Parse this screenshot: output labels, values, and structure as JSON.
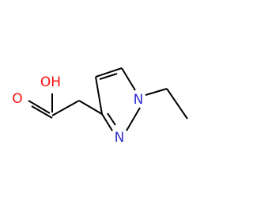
{
  "molecule": {
    "atoms": {
      "oh": "OH",
      "o_carbonyl": "O",
      "n_ring": "N",
      "n_ethyl": "N"
    },
    "colors": {
      "bond": "#000000",
      "oxygen": "#ff0d0d",
      "nitrogen": "#2f2fd0"
    }
  }
}
